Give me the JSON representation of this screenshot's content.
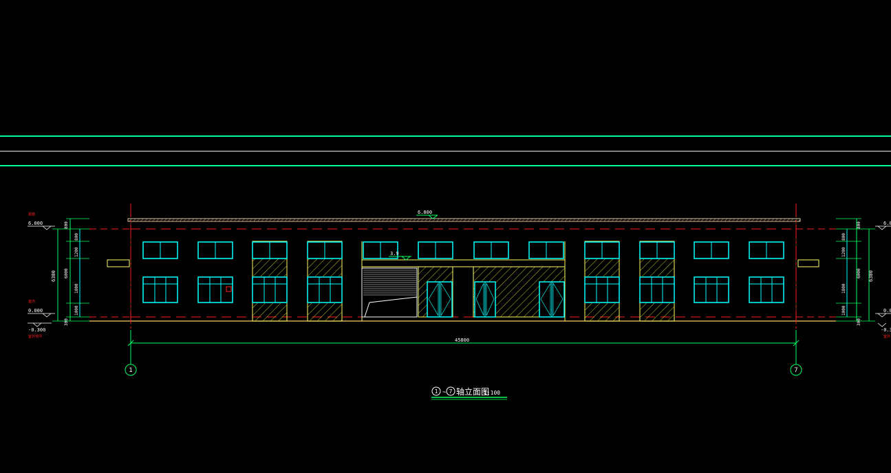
{
  "drawing": {
    "title_axis_start": "1",
    "title_axis_end": "7",
    "title_tilde": "~",
    "title_text": "轴立面图",
    "title_scale": "1:100",
    "roof_elevation": "6.800",
    "canopy_elevation": "3.9",
    "overall_dimension": "45800",
    "axis_labels": [
      "1",
      "7"
    ]
  },
  "left_levels": {
    "top_label": "6.000",
    "top_small": "屋面",
    "ground_label": "0.000",
    "ground_small": "室内",
    "base_label": "-0.300",
    "base_small": "室外地坪"
  },
  "right_levels": {
    "top_label": "6.0",
    "ground_label": "0.0",
    "base_label": "-0.3",
    "base_small": "室外"
  },
  "vertical_dims": {
    "total": "6300",
    "segments": [
      "800",
      "1200",
      "1800",
      "1000",
      "300"
    ],
    "sub_total": "6000"
  },
  "colors": {
    "background": "#000000",
    "cyan": "#00ffff",
    "green": "#00ff66",
    "red": "#ff2020",
    "yellow": "#ffff66",
    "white": "#ffffff",
    "hatch": "#c8c832",
    "roof_band": "#d8c8a0"
  }
}
